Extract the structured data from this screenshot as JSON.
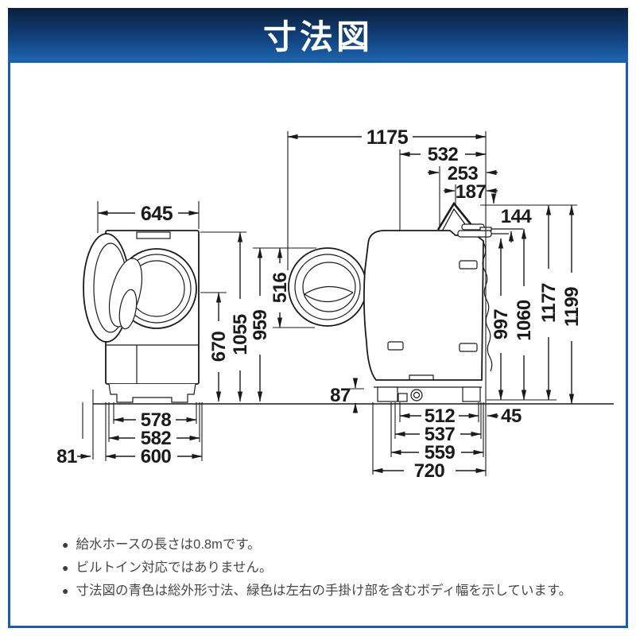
{
  "title": "寸法図",
  "bullet_glyph": "●",
  "colors": {
    "accent_blue_dimension": "#0069b4",
    "accent_green_dimension": "#00a23e",
    "line_black": "#1a1a1a",
    "header_gradient_top": "#0a1f3d",
    "header_gradient_bottom": "#1d64ad",
    "content_border": "#1660ad",
    "note_text": "#474747"
  },
  "dims": {
    "front": {
      "total_width": "645",
      "door_center_height": "670",
      "body_top_height": "1055",
      "feet_width": "578",
      "base_width": "582",
      "body_width_with_grips": "600",
      "handle_protrusion": "81"
    },
    "side": {
      "total_depth_door_open": "1175",
      "depth_532": "532",
      "depth_253": "253",
      "depth_187": "187",
      "hose_144": "144",
      "door_top_height": "959",
      "door_diameter": "516",
      "front_clearance": "87",
      "body_height": "997",
      "hose_top_height": "1060",
      "height_1177": "1177",
      "max_height": "1199",
      "feet_depth": "512",
      "base_depth_537": "537",
      "base_depth_559": "559",
      "body_depth": "720",
      "rear_overhang": "45"
    }
  },
  "notes": [
    "給水ホースの長さは0.8mです。",
    "ビルトイン対応ではありません。",
    "寸法図の青色は総外形寸法、緑色は左右の手掛け部を含むボディ幅を示しています。"
  ]
}
